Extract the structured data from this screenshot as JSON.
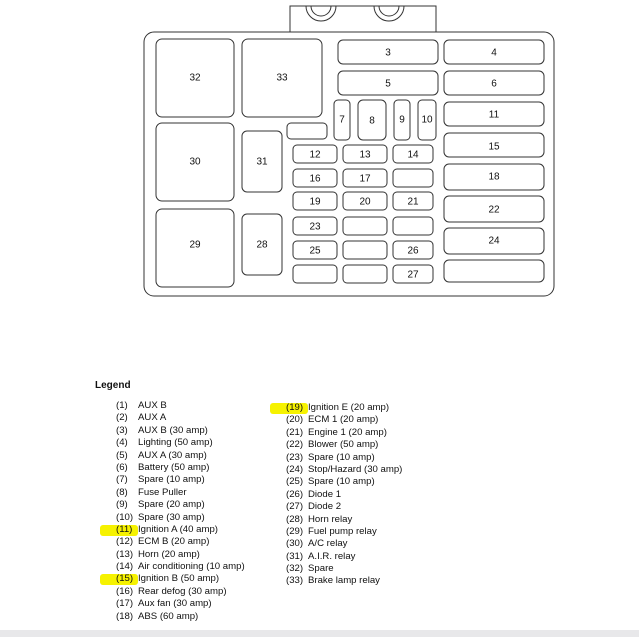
{
  "legend": {
    "title": "Legend",
    "items": [
      {
        "num": "(1)",
        "text": "AUX B"
      },
      {
        "num": "(2)",
        "text": "AUX A"
      },
      {
        "num": "(3)",
        "text": "AUX B (30 amp)"
      },
      {
        "num": "(4)",
        "text": "Lighting (50 amp)"
      },
      {
        "num": "(5)",
        "text": "AUX A (30 amp)"
      },
      {
        "num": "(6)",
        "text": "Battery (50 amp)"
      },
      {
        "num": "(7)",
        "text": "Spare (10 amp)"
      },
      {
        "num": "(8)",
        "text": "Fuse Puller"
      },
      {
        "num": "(9)",
        "text": "Spare (20 amp)"
      },
      {
        "num": "(10)",
        "text": "Spare (30 amp)"
      },
      {
        "num": "(11)",
        "text": "Ignition A (40 amp)",
        "highlight": true
      },
      {
        "num": "(12)",
        "text": "ECM B (20 amp)"
      },
      {
        "num": "(13)",
        "text": "Horn (20 amp)"
      },
      {
        "num": "(14)",
        "text": "Air conditioning (10 amp)"
      },
      {
        "num": "(15)",
        "text": "Ignition B (50 amp)",
        "highlight": true
      },
      {
        "num": "(16)",
        "text": "Rear defog (30 amp)"
      },
      {
        "num": "(17)",
        "text": "Aux fan (30 amp)"
      },
      {
        "num": "(18)",
        "text": "ABS (60 amp)"
      },
      {
        "num": "(19)",
        "text": "Ignition E (20 amp)",
        "highlight": true
      },
      {
        "num": "(20)",
        "text": "ECM 1 (20 amp)"
      },
      {
        "num": "(21)",
        "text": "Engine 1 (20 amp)"
      },
      {
        "num": "(22)",
        "text": "Blower (50 amp)"
      },
      {
        "num": "(23)",
        "text": "Spare (10 amp)"
      },
      {
        "num": "(24)",
        "text": "Stop/Hazard (30 amp)"
      },
      {
        "num": "(25)",
        "text": "Spare (10 amp)"
      },
      {
        "num": "(26)",
        "text": "Diode 1"
      },
      {
        "num": "(27)",
        "text": "Diode 2"
      },
      {
        "num": "(28)",
        "text": "Horn relay"
      },
      {
        "num": "(29)",
        "text": "Fuel pump relay"
      },
      {
        "num": "(30)",
        "text": "A/C relay"
      },
      {
        "num": "(31)",
        "text": "A.I.R. relay"
      },
      {
        "num": "(32)",
        "text": "Spare"
      },
      {
        "num": "(33)",
        "text": "Brake lamp relay"
      }
    ]
  },
  "fuse_labels": {
    "f3": "3",
    "f4": "4",
    "f5": "5",
    "f6": "6",
    "f7": "7",
    "f8": "8",
    "f9": "9",
    "f10": "10",
    "f11": "11",
    "f12": "12",
    "f13": "13",
    "f14": "14",
    "f15": "15",
    "f16": "16",
    "f17": "17",
    "f18": "18",
    "f19": "19",
    "f20": "20",
    "f21": "21",
    "f22": "22",
    "f23": "23",
    "f24": "24",
    "f25": "25",
    "f26": "26",
    "f27": "27",
    "f28": "28",
    "f29": "29",
    "f30": "30",
    "f31": "31",
    "f32": "32",
    "f33": "33"
  },
  "colors": {
    "highlight": "#f6f200",
    "outline": "#333333"
  }
}
